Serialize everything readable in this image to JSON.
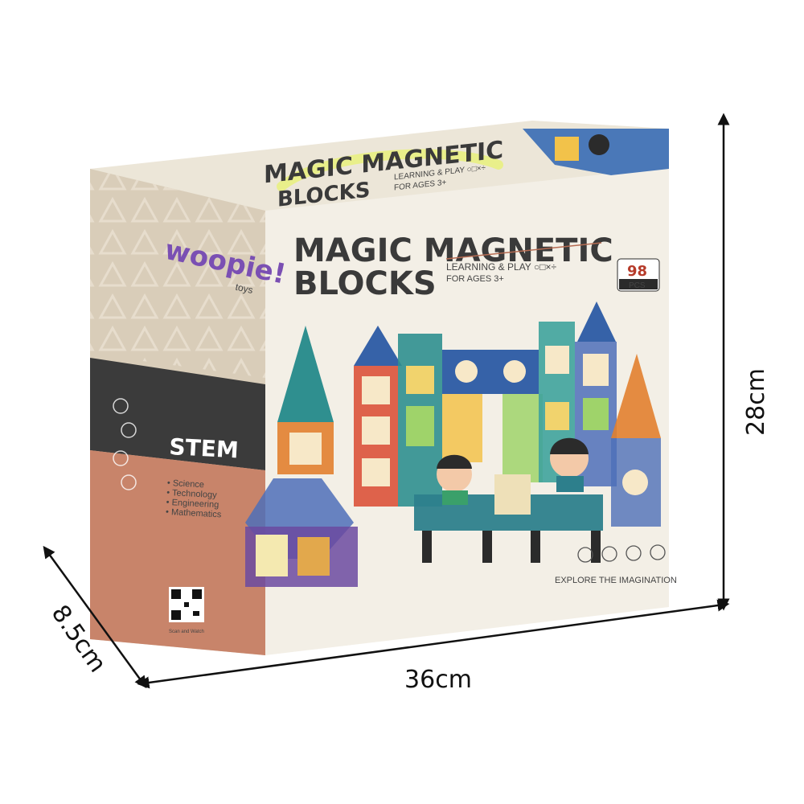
{
  "product": {
    "brand": "woopie!",
    "brand_sub": "toys",
    "title_line1": "MAGIC MAGNETIC",
    "title_line2": "BLOCKS",
    "tagline": "LEARNING & PLAY",
    "tag_symbols": "○□×÷",
    "ages": "FOR AGES 3+",
    "piece_count": "98",
    "piece_unit": "PCS",
    "explore": "EXPLORE THE IMAGINATION",
    "top_title_line1": "MAGIC MAGNETIC",
    "top_title_line2": "BLOCKS",
    "top_tagline": "LEARNING & PLAY ○□×÷",
    "top_ages": "FOR AGES 3+",
    "scan_label": "Scan and Watch"
  },
  "side_panel": {
    "heading": "STEM",
    "items": [
      "Science",
      "Technology",
      "Engineering",
      "Mathematics"
    ]
  },
  "dimensions": {
    "height": "28cm",
    "width": "36cm",
    "depth": "8.5cm"
  },
  "colors": {
    "box_cream": "#f3efe6",
    "side_beige": "#d9cdb9",
    "side_dark": "#3b3b3b",
    "side_terracotta": "#c8846a",
    "handle": "#e9ef8a",
    "brand_purple": "#7a4fb3"
  }
}
